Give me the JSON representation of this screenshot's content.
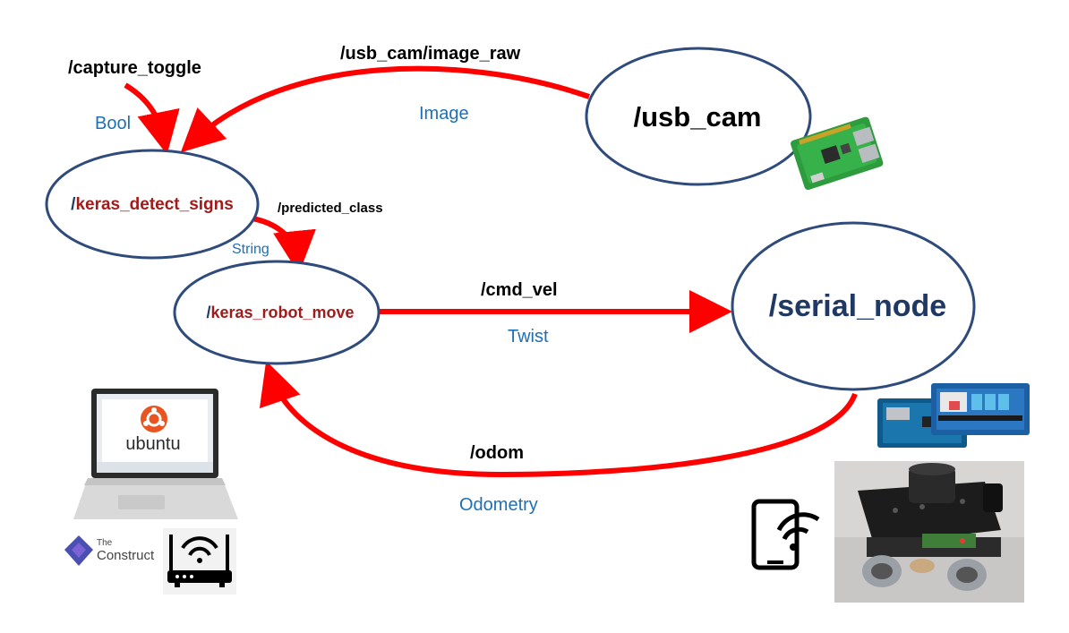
{
  "colors": {
    "arrow": "#ff0000",
    "ellipse_stroke": "#2f4b7c",
    "node_text": "#1f3864",
    "node_name_accent": "#a01c1c",
    "topic_text": "#000000",
    "msg_type_text": "#1e6fb5"
  },
  "nodes": {
    "usb_cam": "/usb_cam",
    "keras_detect_slash": "/",
    "keras_detect_name": "keras_detect_signs",
    "keras_move_slash": "/",
    "keras_move_name": "keras_robot_move",
    "serial_node": "/serial_node"
  },
  "topics": {
    "capture_toggle": "/capture_toggle",
    "image_raw": "/usb_cam/image_raw",
    "predicted_class": "/predicted_class",
    "cmd_vel": "/cmd_vel",
    "odom": "/odom"
  },
  "msg_types": {
    "bool": "Bool",
    "image": "Image",
    "string": "String",
    "twist": "Twist",
    "odometry": "Odometry"
  },
  "logos": {
    "ubuntu": "ubuntu",
    "construct_the": "The",
    "construct_name": "Construct"
  },
  "icons": [
    "raspberry-pi-icon",
    "arduino-board-icon",
    "laptop-icon",
    "router-icon",
    "phone-wifi-icon",
    "robot-photo"
  ]
}
